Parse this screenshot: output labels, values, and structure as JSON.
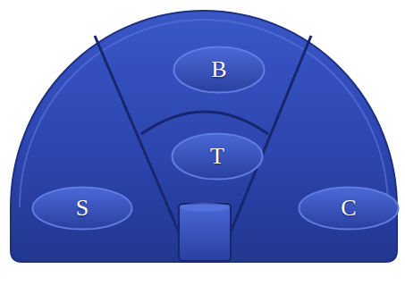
{
  "diagram": {
    "nodes": [
      {
        "text": [
          "B"
        ]
      },
      {
        "text": [
          "T"
        ]
      },
      {
        "text": [
          "S"
        ]
      },
      {
        "text": [
          "C"
        ]
      }
    ]
  }
}
